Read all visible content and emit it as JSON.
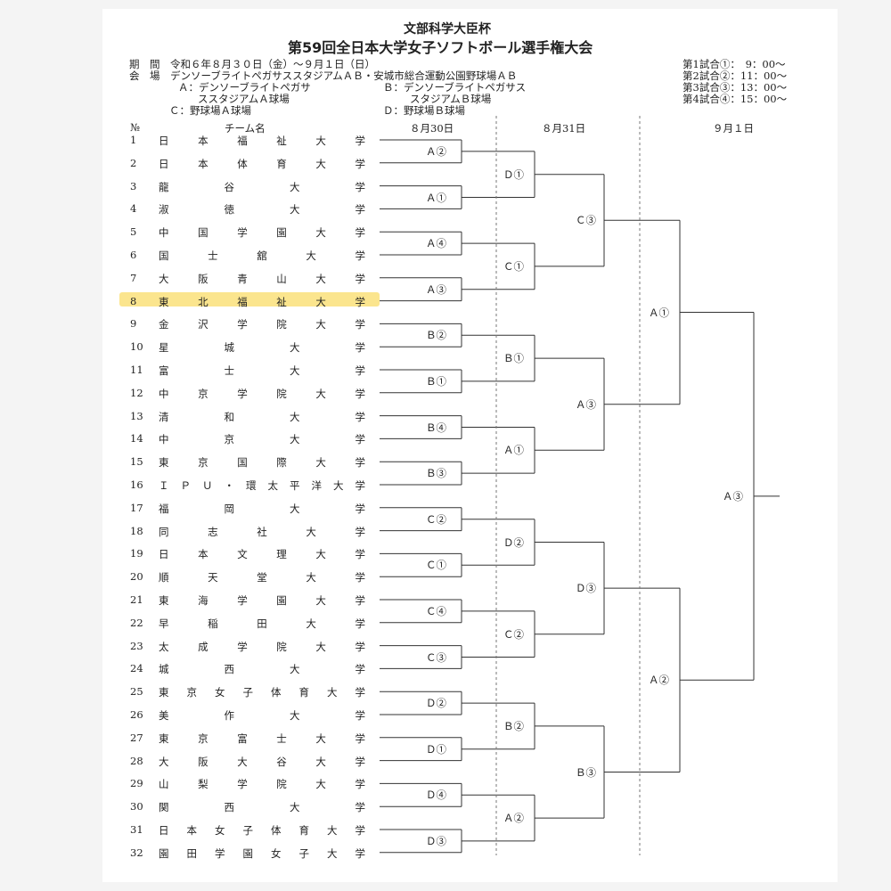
{
  "title": "文部科学大臣杯",
  "subtitle": "第59回全日本大学女子ソフトボール選手権大会",
  "info": {
    "period": "期　間　令和６年８月３０日（金）～９月１日（日）",
    "venue": "会　場　デンソーブライトペガサススタジアムＡＢ・安城市総合運動公園野球場ＡＢ",
    "venue_a_1": "Ａ：デンソーブライトペガサ",
    "venue_a_2": "ススタジアムＡ球場",
    "venue_b_1": "Ｂ：デンソーブライトペガサス",
    "venue_b_2": "スタジアムＢ球場",
    "venue_c": "Ｃ：野球場Ａ球場",
    "venue_d": "Ｄ：野球場Ｂ球場"
  },
  "times": [
    "第1試合①：　9：00～",
    "第2試合②：11：00～",
    "第3試合③：13：00～",
    "第4試合④：15：00～"
  ],
  "headers": {
    "no": "№",
    "team": "チーム名",
    "day1": "８月30日",
    "day2": "８月31日",
    "day3": "９月１日"
  },
  "highlight_color": "#fbe58e",
  "teams": [
    {
      "no": "1",
      "name": "日本福祉大学"
    },
    {
      "no": "2",
      "name": "日本体育大学"
    },
    {
      "no": "3",
      "name": "龍谷大学"
    },
    {
      "no": "4",
      "name": "淑徳大学"
    },
    {
      "no": "5",
      "name": "中国学園大学"
    },
    {
      "no": "6",
      "name": "国士舘大学"
    },
    {
      "no": "7",
      "name": "大阪青山大学"
    },
    {
      "no": "8",
      "name": "東北福祉大学",
      "highlight": true
    },
    {
      "no": "9",
      "name": "金沢学院大学"
    },
    {
      "no": "10",
      "name": "星城大学"
    },
    {
      "no": "11",
      "name": "富士大学"
    },
    {
      "no": "12",
      "name": "中京学院大学"
    },
    {
      "no": "13",
      "name": "清和大学"
    },
    {
      "no": "14",
      "name": "中京大学"
    },
    {
      "no": "15",
      "name": "東京国際大学"
    },
    {
      "no": "16",
      "name": "ＩＰＵ・環太平洋大学"
    },
    {
      "no": "17",
      "name": "福岡大学"
    },
    {
      "no": "18",
      "name": "同志社大学"
    },
    {
      "no": "19",
      "name": "日本文理大学"
    },
    {
      "no": "20",
      "name": "順天堂大学"
    },
    {
      "no": "21",
      "name": "東海学園大学"
    },
    {
      "no": "22",
      "name": "早稲田大学"
    },
    {
      "no": "23",
      "name": "太成学院大学"
    },
    {
      "no": "24",
      "name": "城西大学"
    },
    {
      "no": "25",
      "name": "東京女子体育大学"
    },
    {
      "no": "26",
      "name": "美作大学"
    },
    {
      "no": "27",
      "name": "東京富士大学"
    },
    {
      "no": "28",
      "name": "大阪大谷大学"
    },
    {
      "no": "29",
      "name": "山梨学院大学"
    },
    {
      "no": "30",
      "name": "関西大学"
    },
    {
      "no": "31",
      "name": "日本女子体育大学"
    },
    {
      "no": "32",
      "name": "園田学園女子大学"
    }
  ],
  "round1": [
    "Ａ②",
    "Ａ①",
    "Ａ④",
    "Ａ③",
    "Ｂ②",
    "Ｂ①",
    "Ｂ④",
    "Ｂ③",
    "Ｃ②",
    "Ｃ①",
    "Ｃ④",
    "Ｃ③",
    "Ｄ②",
    "Ｄ①",
    "Ｄ④",
    "Ｄ③"
  ],
  "round2": [
    "Ｄ①",
    "Ｃ①",
    "Ｂ①",
    "Ａ①",
    "Ｄ②",
    "Ｃ②",
    "Ｂ②",
    "Ａ②"
  ],
  "round3": [
    "Ｃ③",
    "Ａ③",
    "Ｄ③",
    "Ｂ③"
  ],
  "round4": [
    "Ａ①",
    "Ａ②"
  ],
  "final": [
    "Ａ③"
  ]
}
